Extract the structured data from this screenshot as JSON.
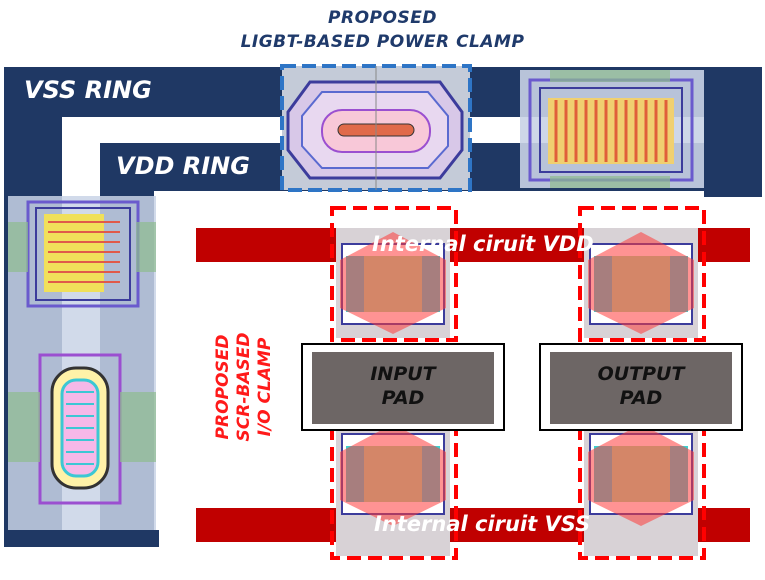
{
  "title": {
    "line1": "PROPOSED",
    "line2": "LIGBT-BASED POWER CLAMP"
  },
  "rings": {
    "vss": "VSS RING",
    "vdd": "VDD RING"
  },
  "internal": {
    "vdd": "Internal ciruit VDD",
    "vss": "Internal ciruit VSS"
  },
  "pads": {
    "input": {
      "line1": "INPUT",
      "line2": "PAD"
    },
    "output": {
      "line1": "OUTPUT",
      "line2": "PAD"
    }
  },
  "side_label": {
    "line1": "PROPOSED",
    "line2": "SCR-BASED",
    "line3": "I/O CLAMP"
  },
  "colors": {
    "ring": "#1f3864",
    "rail": "#c00000",
    "highlight": "#ff0000",
    "pad": "#6d6665",
    "title": "#1f3a6b",
    "clamp_border": "#2e75c6"
  }
}
